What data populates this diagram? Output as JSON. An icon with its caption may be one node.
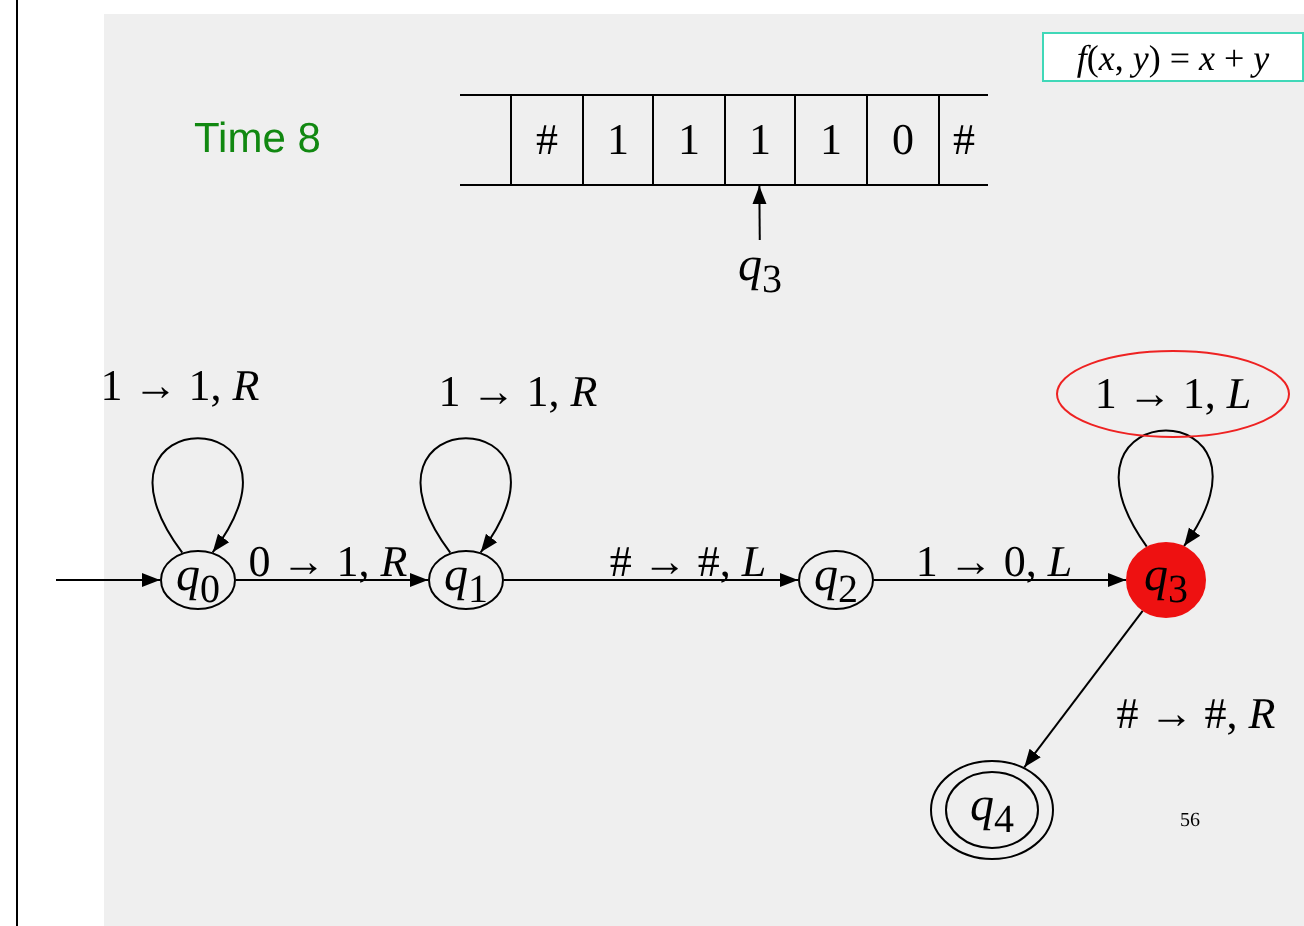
{
  "diagram": {
    "nodes": [
      {
        "text": [
          "*f*(*x*, *y*) = *x* + *y*"
        ]
      },
      {
        "text": [],
        "shape": "box"
      },
      {
        "text": [
          "#"
        ]
      },
      {
        "text": [
          "1"
        ]
      },
      {
        "text": [
          "1"
        ]
      },
      {
        "text": [
          "1"
        ]
      },
      {
        "text": [
          "1"
        ]
      },
      {
        "text": [
          "0"
        ]
      },
      {
        "text": [
          "#"
        ]
      },
      {
        "text": [
          "*q*$_{3}$"
        ]
      },
      {
        "text": [
          "*q*$_{0}$"
        ]
      },
      {
        "text": [
          "*q*$_{1}$"
        ]
      },
      {
        "text": [
          "*q*$_{2}$"
        ]
      },
      {
        "text": [
          "*q*$_{3}$"
        ]
      },
      {
        "text": [
          "*q*$_{4}$"
        ]
      },
      {
        "text": [
          "1 → 1, *L*"
        ]
      }
    ],
    "edges": [
      {
        "from": null,
        "to": 10,
        "arrow": "to"
      },
      {
        "from": 10,
        "to": 10,
        "arrow": "to",
        "label": "1 → 1, *R*"
      },
      {
        "from": 10,
        "to": 11,
        "arrow": "to",
        "label": "0 → 1, *R*"
      },
      {
        "from": 11,
        "to": 11,
        "arrow": "to",
        "label": "1 → 1, *R*"
      },
      {
        "from": 11,
        "to": 12,
        "arrow": "to",
        "label": "# → #, *L*"
      },
      {
        "from": 12,
        "to": 13,
        "arrow": "to",
        "label": "1 → 0, *L*"
      },
      {
        "from": 13,
        "to": 13,
        "arrow": "to"
      },
      {
        "from": 13,
        "to": 14,
        "arrow": "to",
        "label": "# → #, *R*"
      },
      {
        "from": 9,
        "to": 5,
        "arrow": "to"
      }
    ],
    "labels": [
      "Time 8",
      "56"
    ]
  }
}
